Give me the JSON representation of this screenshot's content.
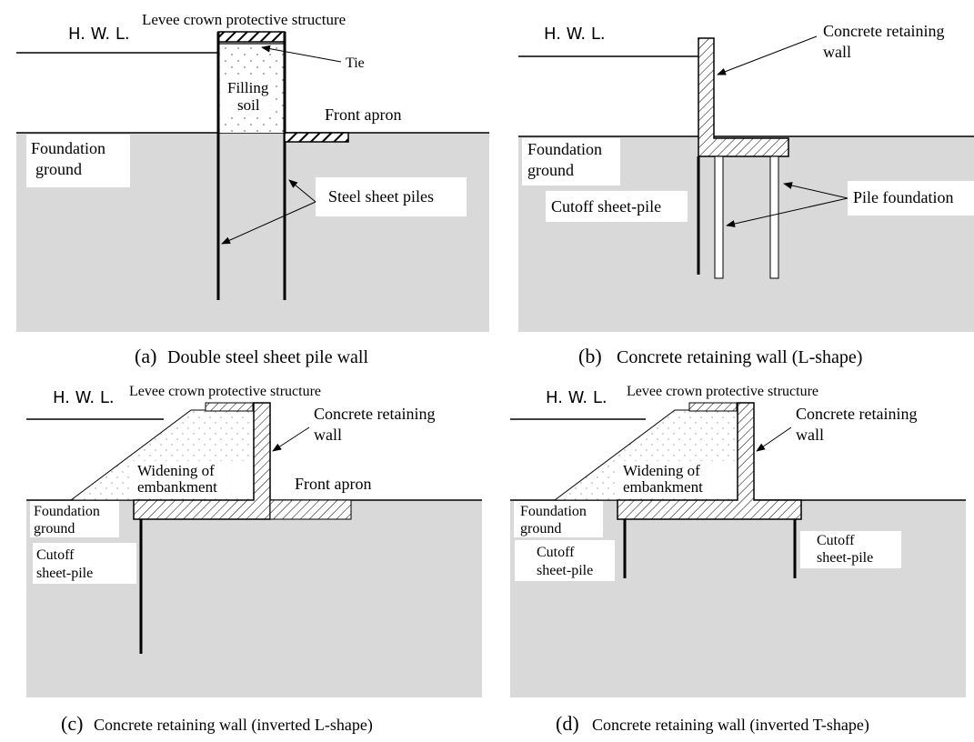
{
  "colors": {
    "ground": "#d9d9d9",
    "line": "#000000",
    "fill_dots": "#7a7a7a",
    "label_bg": "#ffffff"
  },
  "panel_a": {
    "hwl": "H. W. L.",
    "crown": "Levee crown protective structure",
    "tie": "Tie",
    "filling_1": "Filling",
    "filling_2": "soil",
    "front_apron": "Front apron",
    "foundation_1": "Foundation",
    "foundation_2": "ground",
    "steel_piles": "Steel sheet piles",
    "caption_letter": "(a)",
    "caption": "Double steel sheet pile wall"
  },
  "panel_b": {
    "hwl": "H. W. L.",
    "wall_1": "Concrete retaining",
    "wall_2": "wall",
    "foundation_1": "Foundation",
    "foundation_2": "ground",
    "cutoff": "Cutoff sheet-pile",
    "pile_foundation": "Pile foundation",
    "caption_letter": "(b)",
    "caption": "Concrete retaining wall (L-shape)"
  },
  "panel_c": {
    "hwl": "H. W. L.",
    "crown": "Levee crown protective structure",
    "wall_1": "Concrete retaining",
    "wall_2": "wall",
    "widening_1": "Widening of",
    "widening_2": "embankment",
    "front_apron": "Front apron",
    "foundation_1": "Foundation",
    "foundation_2": "ground",
    "cutoff_1": "Cutoff",
    "cutoff_2": "sheet-pile",
    "caption_letter": "(c)",
    "caption": "Concrete retaining wall (inverted L-shape)"
  },
  "panel_d": {
    "hwl": "H. W. L.",
    "crown": "Levee crown protective structure",
    "wall_1": "Concrete retaining",
    "wall_2": "wall",
    "widening_1": "Widening of",
    "widening_2": "embankment",
    "foundation_1": "Foundation",
    "foundation_2": "ground",
    "cutoff_left_1": "Cutoff",
    "cutoff_left_2": "sheet-pile",
    "cutoff_right_1": "Cutoff",
    "cutoff_right_2": "sheet-pile",
    "caption_letter": "(d)",
    "caption": "Concrete retaining wall (inverted T-shape)"
  }
}
